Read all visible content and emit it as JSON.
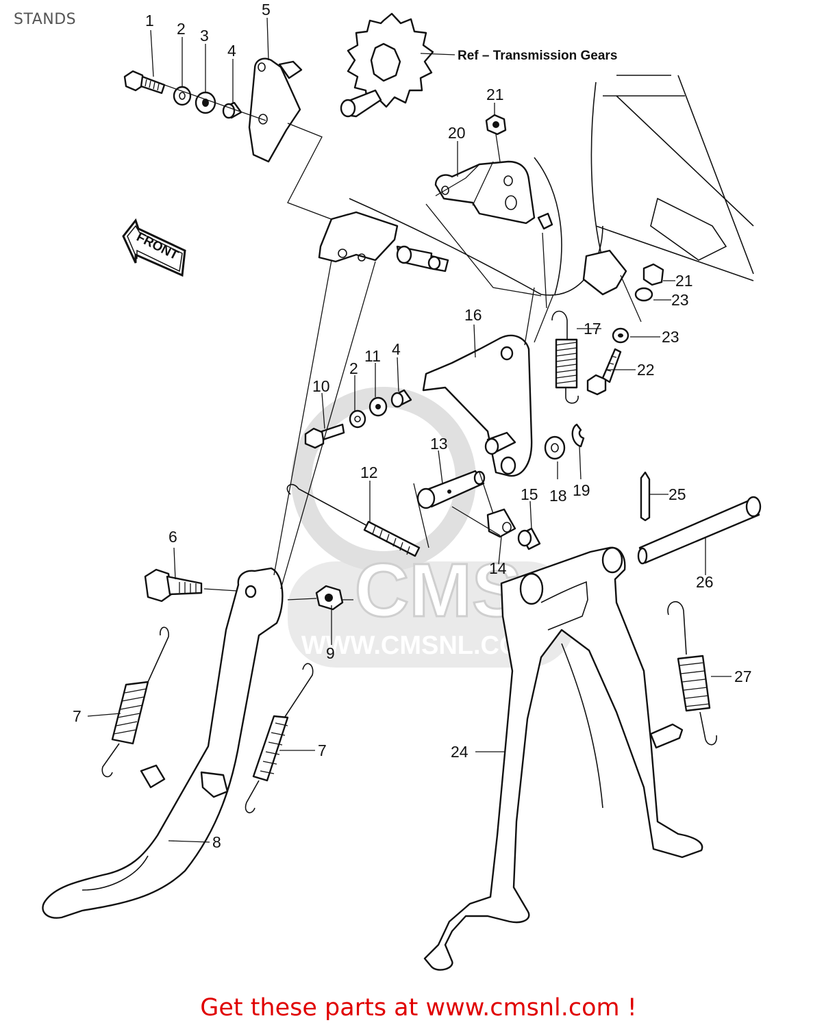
{
  "page_title": "STANDS",
  "footer": {
    "text": "Get these parts at www.cmsnl.com !",
    "color": "#e00000"
  },
  "reference_note": "Ref – Transmission Gears",
  "front_arrow": "FRONT",
  "watermark": {
    "brand": "CMS",
    "url": "WWW.CMSNL.COM"
  },
  "callouts": {
    "c1": "1",
    "c2a": "2",
    "c3": "3",
    "c4a": "4",
    "c5": "5",
    "c6": "6",
    "c7a": "7",
    "c7b": "7",
    "c8": "8",
    "c9": "9",
    "c10": "10",
    "c2b": "2",
    "c11": "11",
    "c4b": "4",
    "c12": "12",
    "c13": "13",
    "c14": "14",
    "c15": "15",
    "c16": "16",
    "c17": "17",
    "c18": "18",
    "c19": "19",
    "c20": "20",
    "c21a": "21",
    "c21b": "21",
    "c22": "22",
    "c23a": "23",
    "c23b": "23",
    "c24": "24",
    "c25": "25",
    "c26": "26",
    "c27": "27"
  }
}
